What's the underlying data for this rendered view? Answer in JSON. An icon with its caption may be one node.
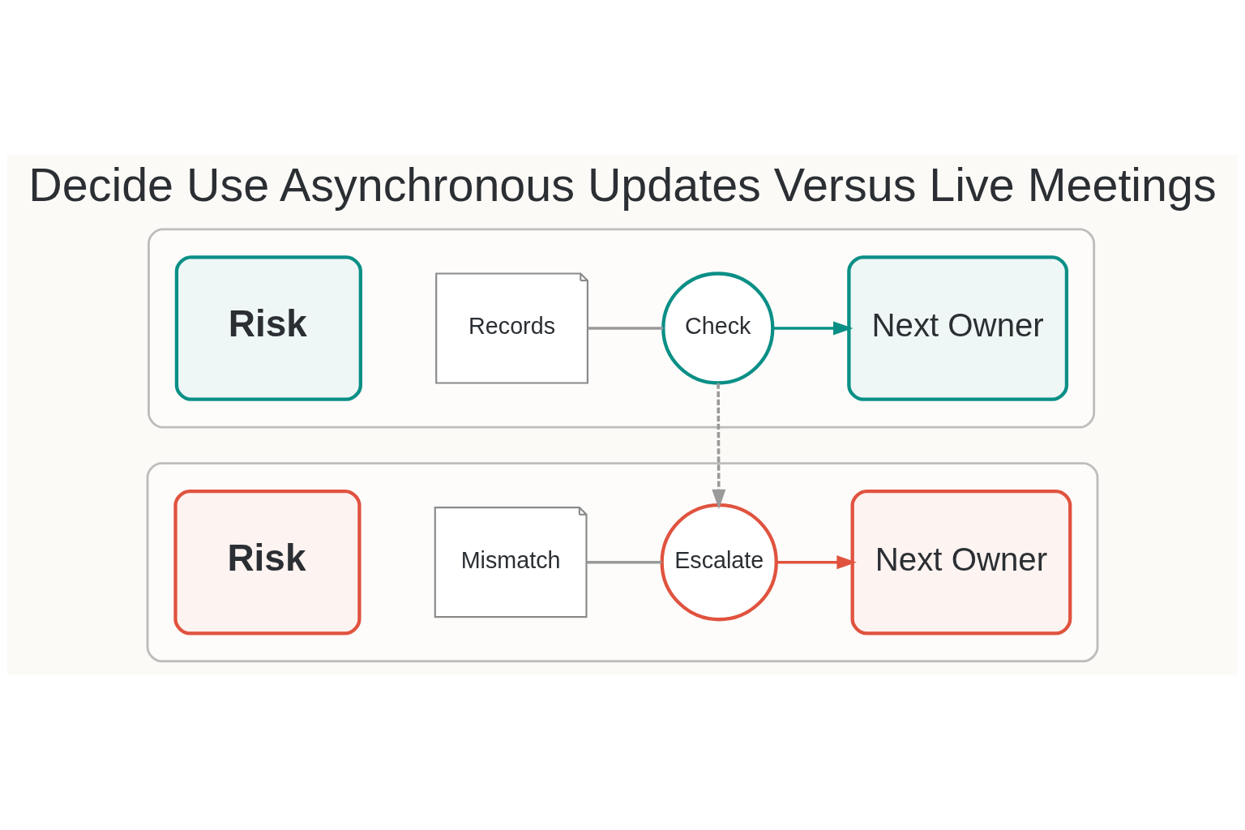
{
  "diagram": {
    "title": "Decide Use Asynchronous Updates Versus Live Meetings",
    "nodes": [
      {
        "text": [],
        "shape": "band"
      },
      {
        "text": [
          "Risk"
        ],
        "in": 0
      },
      {
        "text": [
          "Records"
        ],
        "in": 0
      },
      {
        "text": [
          "Check"
        ],
        "in": 0
      },
      {
        "text": [
          "Next Owner"
        ],
        "in": 0
      },
      {
        "text": [],
        "shape": "band"
      },
      {
        "text": [
          "Risk"
        ],
        "in": 5
      },
      {
        "text": [
          "Mismatch"
        ],
        "in": 5
      },
      {
        "text": [
          "Escalate"
        ],
        "in": 5
      },
      {
        "text": [
          "Next Owner"
        ],
        "in": 5
      }
    ],
    "edges": [
      {
        "from": 2,
        "to": 3,
        "arrow": "none",
        "color": "#9a9a9a"
      },
      {
        "from": 3,
        "to": 4,
        "arrow": "to",
        "color": "#0a8f86"
      },
      {
        "from": 3,
        "to": 8,
        "arrow": "to",
        "style": "dashed",
        "color": "#9a9a9a"
      },
      {
        "from": 7,
        "to": 8,
        "arrow": "none",
        "color": "#9a9a9a"
      },
      {
        "from": 8,
        "to": 9,
        "arrow": "to",
        "color": "#e0533f"
      }
    ]
  }
}
